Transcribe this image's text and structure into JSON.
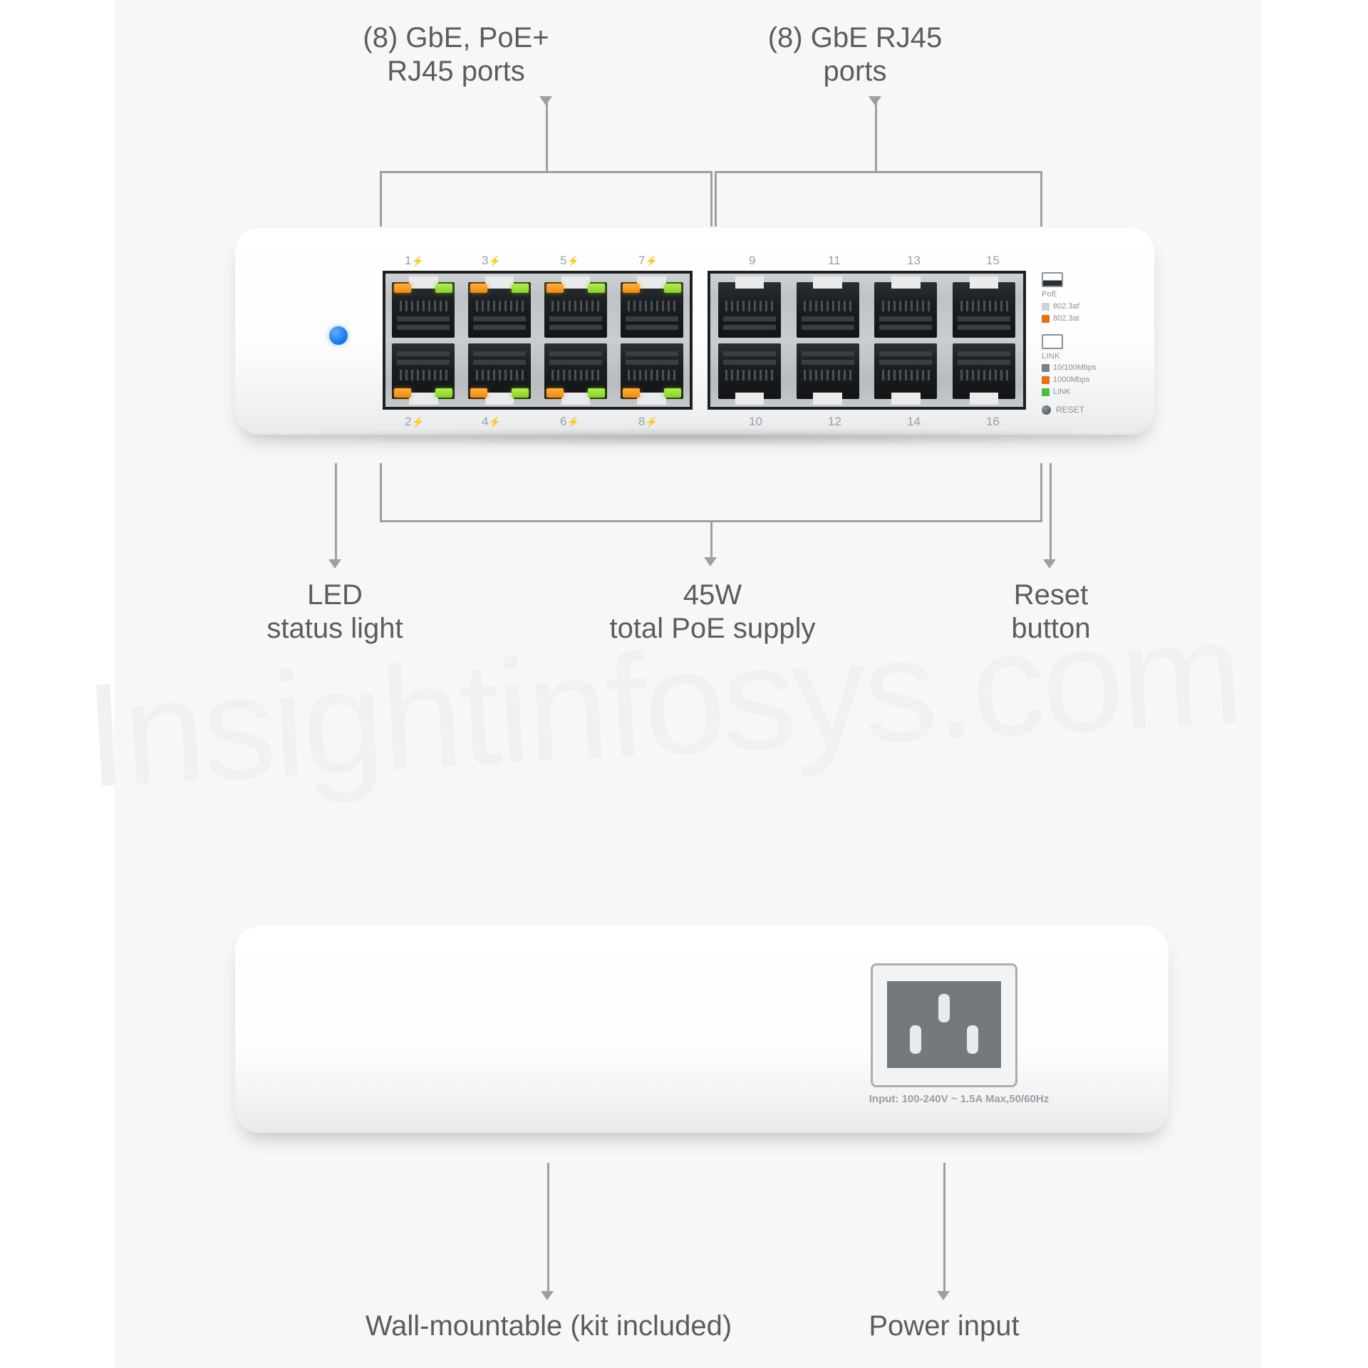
{
  "watermark": "Insightinfosys.com",
  "callouts": {
    "poe_ports": "(8) GbE, PoE+\nRJ45 ports",
    "gbe_ports": "(8) GbE RJ45\nports",
    "led_status": "LED\nstatus light",
    "poe_supply": "45W\ntotal PoE supply",
    "reset": "Reset\nbutton",
    "wall_mount": "Wall-mountable (kit included)",
    "power_input": "Power input"
  },
  "device_front": {
    "poe_port_numbers_top": [
      "1",
      "3",
      "5",
      "7"
    ],
    "poe_port_numbers_bottom": [
      "2",
      "4",
      "6",
      "8"
    ],
    "gbe_port_numbers_top": [
      "9",
      "11",
      "13",
      "15"
    ],
    "gbe_port_numbers_bottom": [
      "10",
      "12",
      "14",
      "16"
    ],
    "poe_bolt_glyph": "⚡",
    "legend": {
      "block1": {
        "caption": "PoE",
        "keys": [
          {
            "label": "802.3af",
            "color": "#cfd3d6"
          },
          {
            "label": "802.3at",
            "color": "#e8700f"
          }
        ]
      },
      "block2": {
        "caption": "LINK",
        "keys": [
          {
            "label": "10/100Mbps",
            "color": "#7b8086"
          },
          {
            "label": "1000Mbps",
            "color": "#e8700f"
          },
          {
            "label": "LINK",
            "color": "#4bbf3c"
          }
        ]
      },
      "reset_label": "RESET"
    }
  },
  "device_rear": {
    "power_rating": "Input: 100-240V ~ 1.5A Max,50/60Hz"
  },
  "colors": {
    "background": "#f7f7f7",
    "text": "#5c5c5c",
    "leader_line": "#9aa0a6",
    "status_led": "#1b7ef0",
    "led_amber": "#f08a0c",
    "led_green": "#85d321"
  }
}
